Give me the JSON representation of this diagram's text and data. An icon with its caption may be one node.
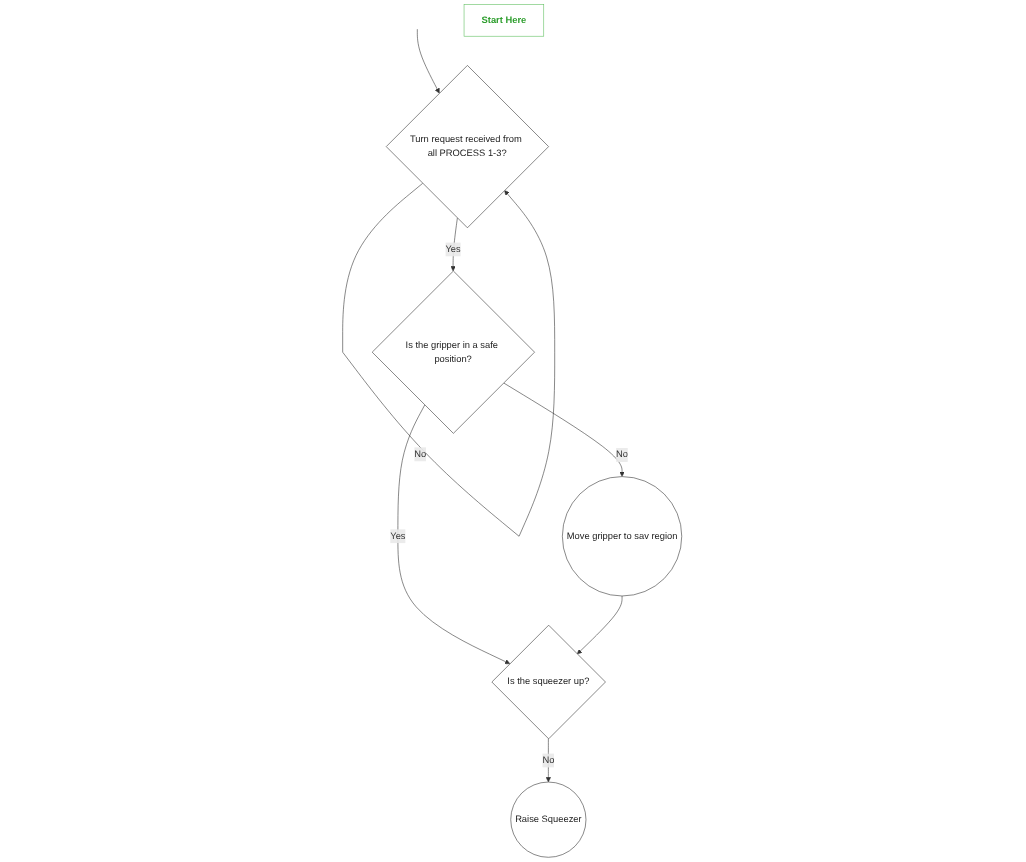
{
  "diagram": {
    "nodes": [
      {
        "text": [
          "Start Here"
        ]
      },
      {
        "text": [
          "Turn request received from all PROCESS 1-3?"
        ]
      },
      {
        "text": [
          "Is the gripper in a safe position?"
        ]
      },
      {
        "text": [
          "Move gripper to sav region"
        ]
      },
      {
        "text": [
          "Is the squeezer up?"
        ]
      },
      {
        "text": [
          "Raise Squeezer"
        ]
      }
    ],
    "edges": [
      {
        "from": 1,
        "to": 1,
        "label": "No",
        "arrow": "to"
      },
      {
        "from": 1,
        "to": 2,
        "label": "Yes",
        "arrow": "to"
      },
      {
        "from": 2,
        "to": 3,
        "label": "No",
        "arrow": "to"
      },
      {
        "from": 2,
        "to": 4,
        "label": "Yes",
        "arrow": "to"
      },
      {
        "from": 3,
        "to": 4,
        "arrow": "to"
      },
      {
        "from": 4,
        "to": 5,
        "label": "No",
        "arrow": "to"
      },
      {
        "from": null,
        "to": 1,
        "arrow": "to"
      }
    ]
  }
}
